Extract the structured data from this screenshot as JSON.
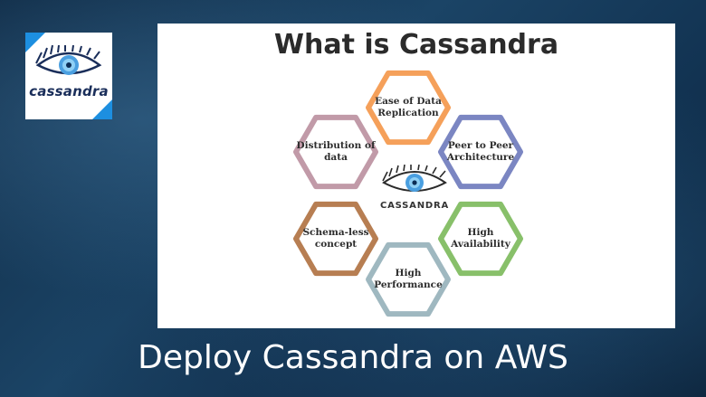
{
  "logo": {
    "text": "cassandra",
    "icon": "cassandra-eye-icon",
    "accent_color": "#1d8fe0"
  },
  "diagram": {
    "title": "What is Cassandra",
    "center_label": "CASSANDRA",
    "center_icon": "cassandra-eye-icon",
    "features": [
      {
        "label": "Ease of Data\nReplication",
        "color": "#f5a05a"
      },
      {
        "label": "Peer to Peer\nArchitecture",
        "color": "#7b86c2"
      },
      {
        "label": "High\nAvailability",
        "color": "#88c06a"
      },
      {
        "label": "High\nPerformance",
        "color": "#9fb8c0"
      },
      {
        "label": "Schema-less\nconcept",
        "color": "#b77e52"
      },
      {
        "label": "Distribution of\ndata",
        "color": "#c19aa8"
      }
    ]
  },
  "footer": {
    "title": "Deploy Cassandra on AWS"
  }
}
